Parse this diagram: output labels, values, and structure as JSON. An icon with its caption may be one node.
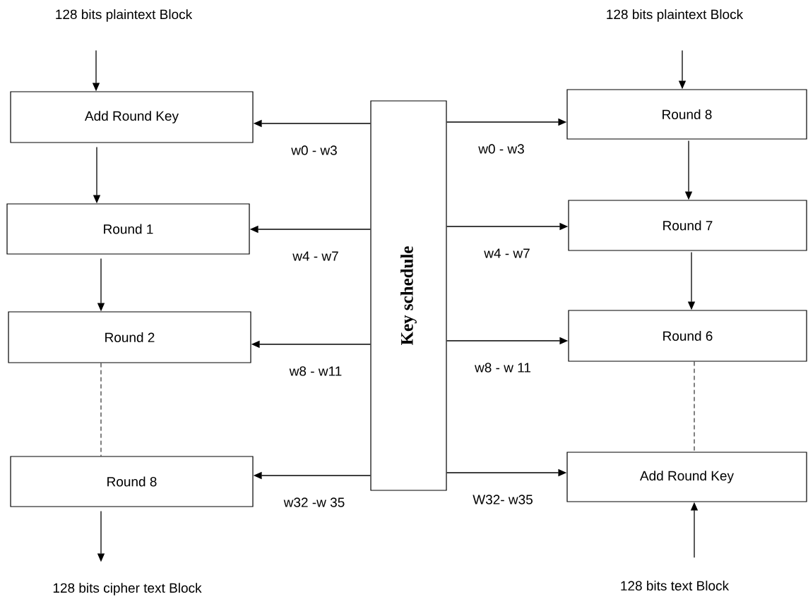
{
  "diagram": {
    "nodes": [
      {
        "text": [
          "128 bits plaintext Block"
        ]
      },
      {
        "text": [
          "128 bits plaintext Block"
        ]
      },
      {
        "text": [
          "Add Round Key"
        ]
      },
      {
        "text": [
          "Round 8"
        ]
      },
      {
        "text": [
          "Key schedule"
        ]
      },
      {
        "text": [
          "Round 1"
        ]
      },
      {
        "text": [
          "Round 7"
        ]
      },
      {
        "text": [
          "Round 2"
        ]
      },
      {
        "text": [
          "Round 6"
        ]
      },
      {
        "text": [
          "Round 8"
        ]
      },
      {
        "text": [
          "Add Round Key"
        ]
      },
      {
        "text": [
          "128 bits cipher text Block"
        ]
      },
      {
        "text": [
          "128 bits text Block"
        ]
      }
    ],
    "edges": [
      {
        "from": 0,
        "to": 2,
        "arrow": "to"
      },
      {
        "from": 2,
        "to": 5,
        "arrow": "to"
      },
      {
        "from": 5,
        "to": 7,
        "arrow": "to"
      },
      {
        "from": 7,
        "to": 9,
        "arrow": "none",
        "style": "dashed"
      },
      {
        "from": 9,
        "to": 11,
        "arrow": "to"
      },
      {
        "from": 4,
        "to": 2,
        "arrow": "to",
        "label": "w0   - w3"
      },
      {
        "from": 4,
        "to": 5,
        "arrow": "to",
        "label": "w4   - w7"
      },
      {
        "from": 4,
        "to": 7,
        "arrow": "to",
        "label": "w8 - w11"
      },
      {
        "from": 4,
        "to": 9,
        "arrow": "to",
        "label": "w32 -w 35"
      },
      {
        "from": 1,
        "to": 3,
        "arrow": "to"
      },
      {
        "from": 3,
        "to": 6,
        "arrow": "to"
      },
      {
        "from": 6,
        "to": 8,
        "arrow": "to"
      },
      {
        "from": 8,
        "to": 10,
        "arrow": "none",
        "style": "dashed"
      },
      {
        "from": 12,
        "to": 10,
        "arrow": "to"
      },
      {
        "from": 4,
        "to": 3,
        "arrow": "to",
        "label": "w0   - w3"
      },
      {
        "from": 4,
        "to": 6,
        "arrow": "to",
        "label": "w4   - w7"
      },
      {
        "from": 4,
        "to": 8,
        "arrow": "to",
        "label": "w8 - w 11"
      },
      {
        "from": 4,
        "to": 10,
        "arrow": "to",
        "label": "W32- w35"
      }
    ]
  }
}
